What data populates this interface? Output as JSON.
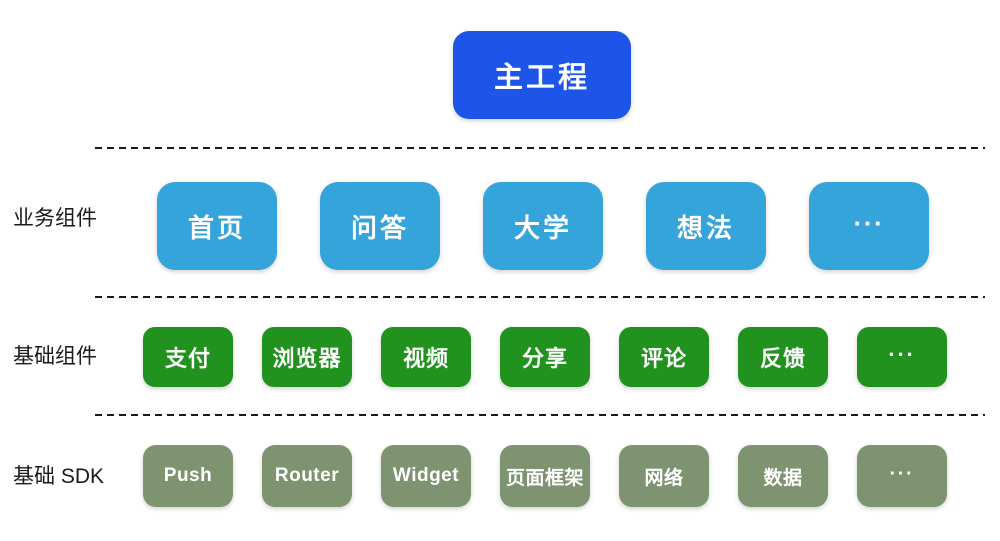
{
  "diagram": {
    "root": {
      "label": "主工程"
    },
    "rows": [
      {
        "name": "business-components",
        "label": "业务组件",
        "items": [
          "首页",
          "问答",
          "大学",
          "想法",
          "..."
        ]
      },
      {
        "name": "base-components",
        "label": "基础组件",
        "items": [
          "支付",
          "浏览器",
          "视频",
          "分享",
          "评论",
          "反馈",
          "..."
        ]
      },
      {
        "name": "base-sdk",
        "label": "基础 SDK",
        "items": [
          "Push",
          "Router",
          "Widget",
          "页面框架",
          "网络",
          "数据",
          "..."
        ]
      }
    ],
    "colors": {
      "background": "#ffffff",
      "root_node": "#1d55e8",
      "business_components": "#35a4db",
      "base_components": "#20921d",
      "base_sdk": "#7e9470",
      "box_text": "#ffffff",
      "label_text": "#1a1a1a",
      "divider": "#1a1a1a"
    }
  }
}
